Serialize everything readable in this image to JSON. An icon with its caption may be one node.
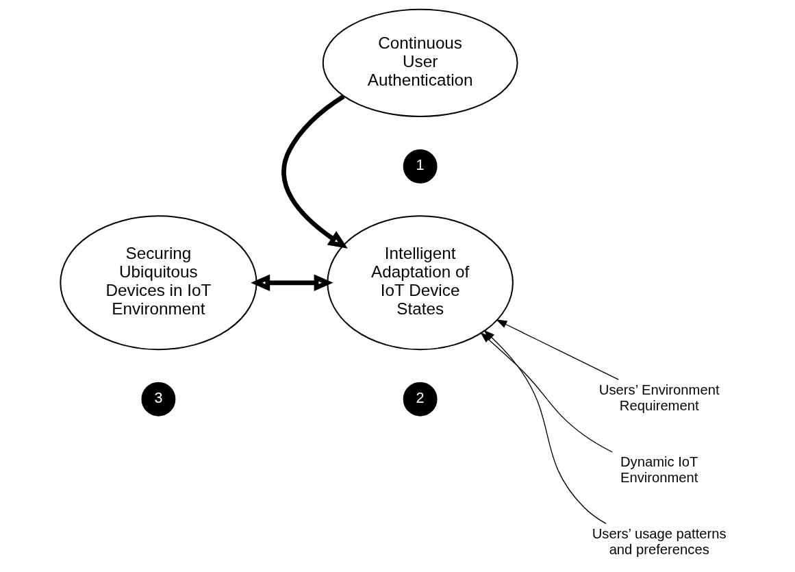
{
  "diagram": {
    "nodes": [
      {
        "text": [
          "Continuous User Authentication"
        ]
      },
      {
        "text": [
          "1"
        ]
      },
      {
        "text": [
          "Intelligent Adaptation of IoT Device States"
        ]
      },
      {
        "text": [
          "2"
        ]
      },
      {
        "text": [
          "Securing Ubiquitous Devices in IoT Environment"
        ]
      },
      {
        "text": [
          "3"
        ]
      },
      {
        "text": [
          "Users’ Environment Requirement"
        ]
      },
      {
        "text": [
          "Dynamic IoT Environment"
        ]
      },
      {
        "text": [
          "Users’ usage patterns and preferences"
        ]
      }
    ],
    "edges": [
      {
        "from": 0,
        "to": 2,
        "arrow": "to",
        "style": "thick"
      },
      {
        "from": 4,
        "to": 2,
        "arrow": "both",
        "style": "thick"
      },
      {
        "from": 6,
        "to": 2,
        "arrow": "to"
      },
      {
        "from": 7,
        "to": 2,
        "arrow": "to"
      },
      {
        "from": 8,
        "to": 2,
        "arrow": "to"
      }
    ]
  }
}
